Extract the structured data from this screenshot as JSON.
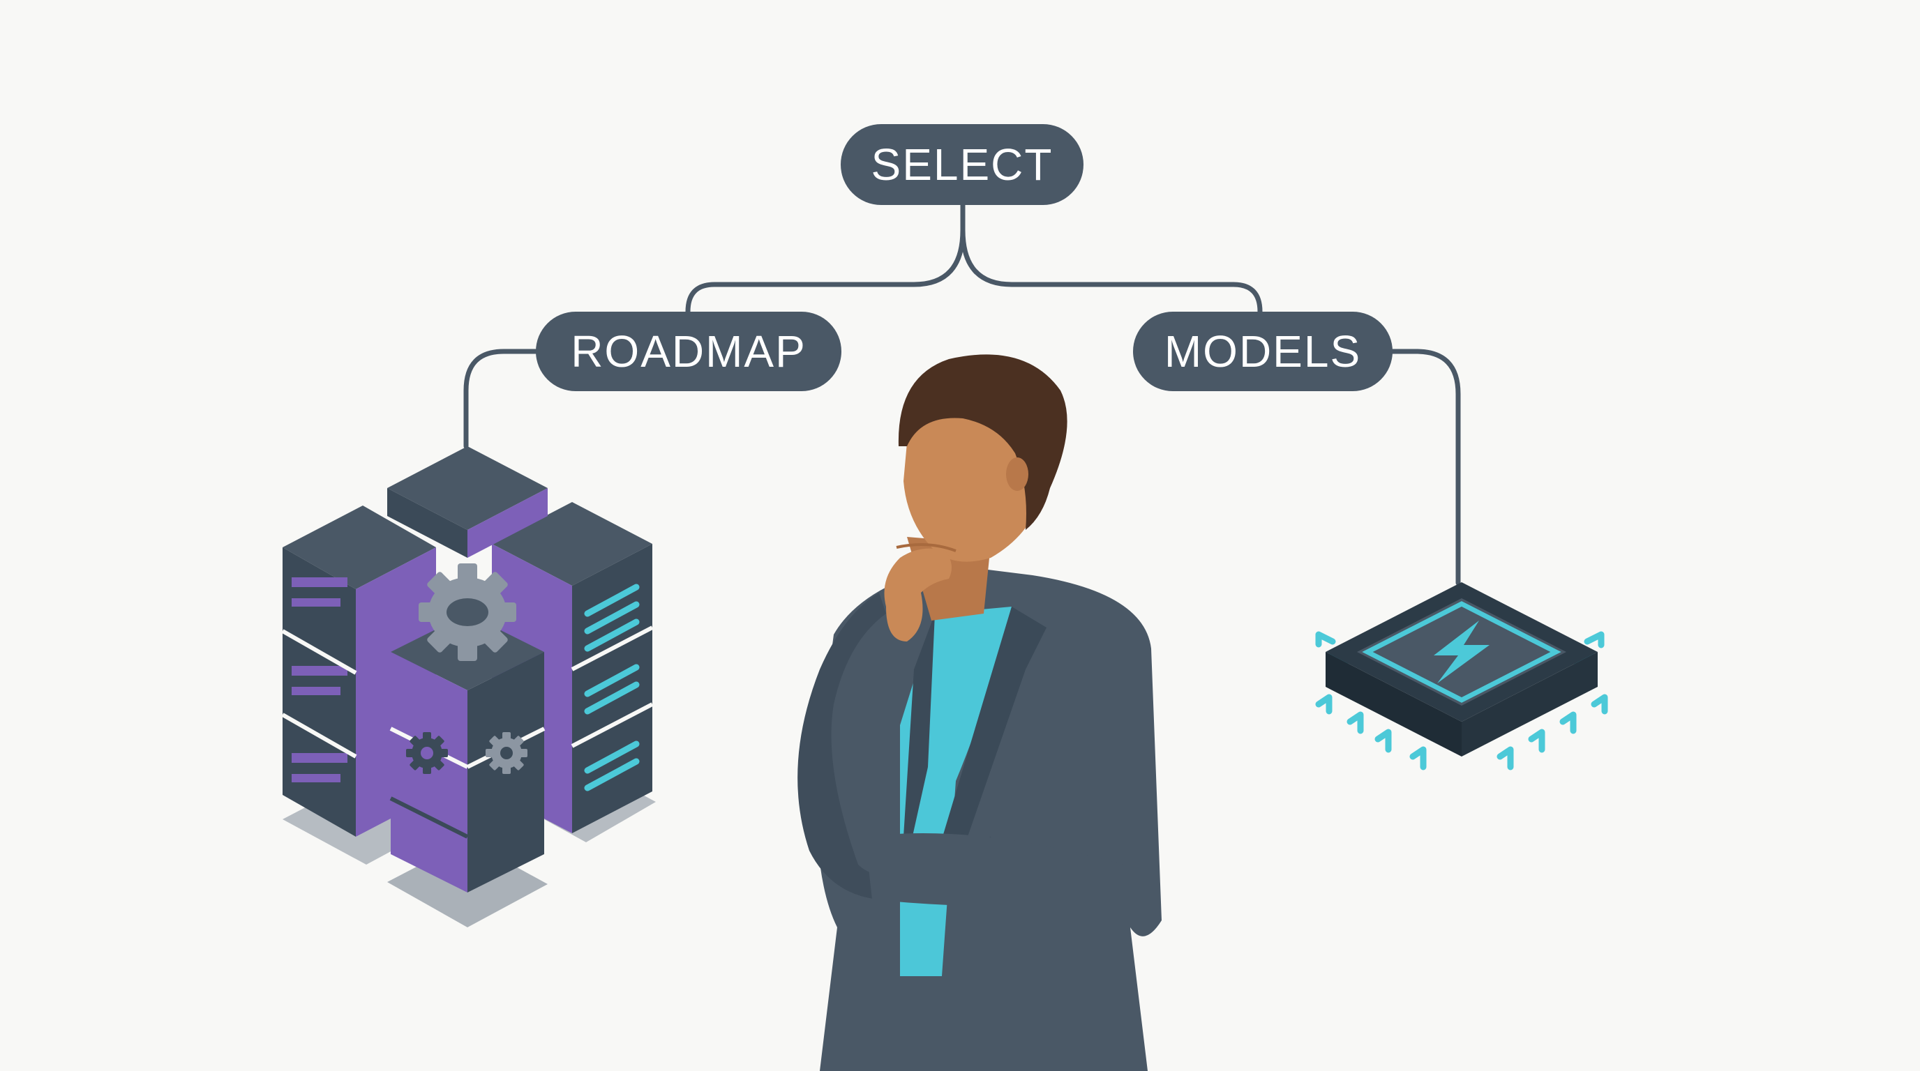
{
  "nodes": {
    "root": "SELECT",
    "left": "ROADMAP",
    "right": "MODELS"
  },
  "colors": {
    "background": "#f8f8f6",
    "node_fill": "#4a5866",
    "node_text": "#ffffff",
    "connector": "#4a5866",
    "server_purple": "#7d60b8",
    "server_dark": "#3b4a58",
    "chip_accent": "#4cc9d8",
    "person_skin": "#c98957",
    "person_hair": "#4b3021",
    "person_jacket": "#4a5866",
    "person_shirt": "#4cc7d8"
  },
  "icons": {
    "left_illustration": "server-stack-with-gears-icon",
    "right_illustration": "ai-chip-lightning-icon",
    "center_figure": "thinking-person"
  }
}
